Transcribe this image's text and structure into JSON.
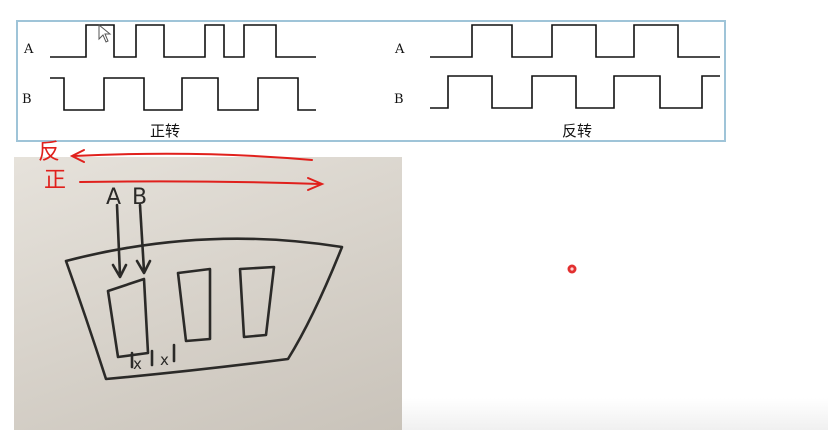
{
  "waveforms": {
    "forward": {
      "label_a": "A",
      "label_b": "B",
      "caption": "正转"
    },
    "reverse": {
      "label_a": "A",
      "label_b": "B",
      "caption": "反转"
    }
  },
  "annotations": {
    "reverse_mark": "反",
    "forward_mark": "正",
    "sensor_a": "A",
    "sensor_b": "B",
    "gap_1": "x",
    "gap_2": "x"
  },
  "colors": {
    "panel_border": "#9fc4d8",
    "ink_red": "#e0201c",
    "pen_dark": "#2b2a28",
    "pointer": "#e23030"
  }
}
